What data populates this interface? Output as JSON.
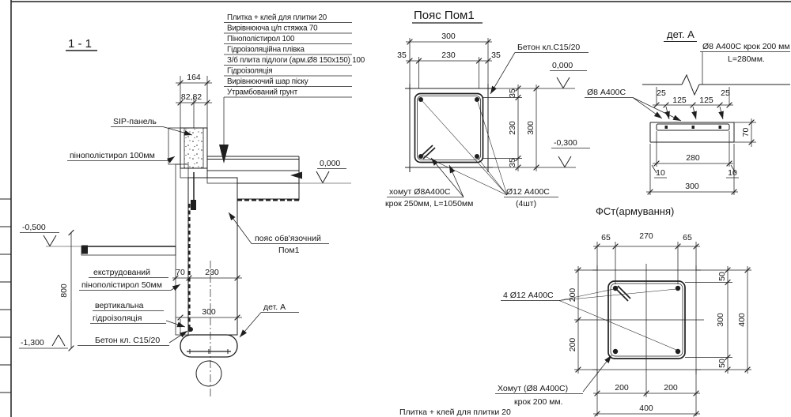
{
  "drawing": {
    "section": {
      "title": "1 - 1",
      "layers": [
        "Плитка + клей для плитки 20",
        "Вирівнююча ц/п стяжка 70",
        "Пінополістирол 100",
        "Гідроізоляційна плівка",
        "З/б плита підлоги (арм.Ø8 150х150) 100",
        "Гідроізоляція",
        "Вирівнюючий шар піску",
        "Утрамбований грунт"
      ],
      "labels": {
        "sip": "SIP-панель",
        "foam100": "пінополістирол 100мм",
        "xps_1": "екструдований",
        "xps_2": "пінополістирол 50мм",
        "vwp_1": "вертикальна",
        "vwp_2": "гідроізоляція",
        "concrete": "Бетон кл. С15/20",
        "beam_1": "пояс обв'язочний",
        "beam_2": "Пом1",
        "det_a": "дет. А"
      },
      "levels": {
        "zero": "0,000",
        "minus500": "-0,500",
        "minus1300": "-1,300"
      },
      "dims": {
        "w164": "164",
        "w8282": "82,82",
        "w70": "70",
        "w230": "230",
        "w300": "300",
        "h800": "800"
      }
    },
    "beam": {
      "title": "Пояс Пом1",
      "labels": {
        "concrete": "Бетон кл.С15/20",
        "stirrup_1": "хомут Ø8А400С",
        "stirrup_2": "крок 250мм, L=1050мм",
        "bars_1": "Ø12 А400С",
        "bars_2": "(4шт)"
      },
      "levels": {
        "zero": "0,000",
        "minus300": "-0,300"
      },
      "dims": {
        "top300": "300",
        "l35": "35",
        "c230": "230",
        "r35": "35",
        "s35t": "35",
        "s230": "230",
        "s35b": "35",
        "s300": "300"
      }
    },
    "det_a": {
      "title": "дет. А",
      "labels": {
        "bar_spacing_1": "Ø8 А400С крок 200 мм",
        "bar_spacing_2": "L=280мм.",
        "bar": "Ø8 А400С"
      },
      "dims": {
        "e25l": "25",
        "s125l": "125",
        "s125r": "125",
        "e25r": "25",
        "w280": "280",
        "o10l": "10",
        "o10r": "10",
        "w300": "300",
        "h70": "70"
      }
    },
    "fst": {
      "title": "ФСт(армування)",
      "labels": {
        "bars": "4 Ø12 А400С",
        "stirrup_1": "Хомут (Ø8 А400С)",
        "stirrup_2": "крок 200 мм."
      },
      "dims": {
        "t65l": "65",
        "t270": "270",
        "t65r": "65",
        "l200t": "200",
        "l200b": "200",
        "r50t": "50",
        "r300": "300",
        "r50b": "50",
        "r400": "400",
        "b200l": "200",
        "b200r": "200",
        "b400": "400"
      }
    },
    "cut_label": "Плитка + клей для плитки 20"
  },
  "colors": {
    "ink": "#1f1f1f",
    "paper": "#ffffff"
  }
}
